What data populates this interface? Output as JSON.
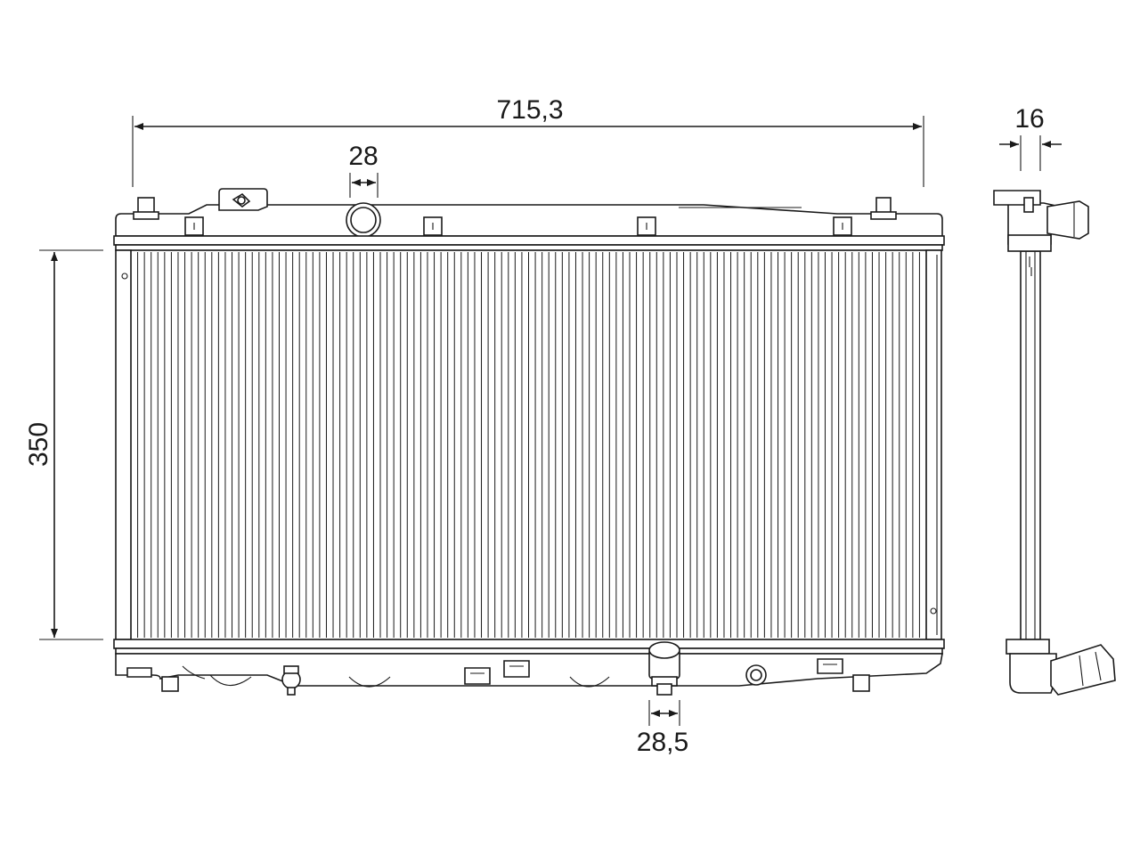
{
  "drawing": {
    "dimensions": {
      "overall_width": "715,3",
      "core_height": "350",
      "inlet_diameter": "28",
      "outlet_diameter": "28,5",
      "core_depth": "16"
    },
    "fin_count": 118
  }
}
